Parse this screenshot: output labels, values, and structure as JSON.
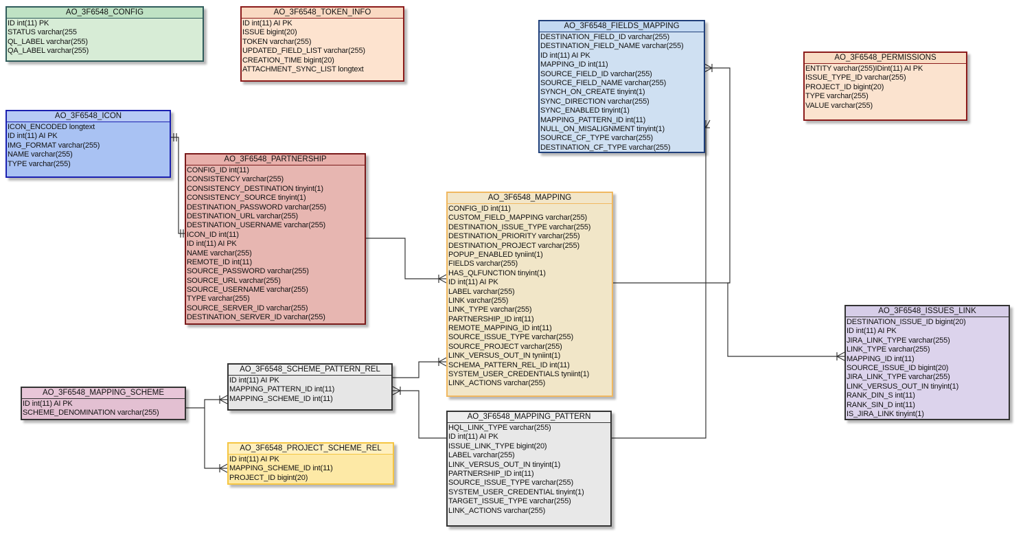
{
  "entities": [
    {
      "id": "config",
      "title": "AO_3F6548_CONFIG",
      "header_color": "#bfe2c4",
      "body_color": "#d7ecd6",
      "border_color": "#2f5b5b",
      "fields": [
        "ID int(11) PK",
        "STATUS varchar(255",
        "QL_LABEL varchar(255)",
        "QA_LABEL varchar(255)"
      ]
    },
    {
      "id": "token-info",
      "title": "AO_3F6548_TOKEN_INFO",
      "header_color": "#f9d9c2",
      "body_color": "#fde3cf",
      "border_color": "#8b1a1a",
      "fields": [
        "ID int(11) AI PK",
        "ISSUE bigint(20)",
        "TOKEN varchar(255)",
        "UPDATED_FIELD_LIST varchar(255)",
        "CREATION_TIME bigint(20)",
        "ATTACHMENT_SYNC_LIST longtext"
      ]
    },
    {
      "id": "fields-mapping",
      "title": "AO_3F6548_FIELDS_MAPPING",
      "header_color": "#c3d9f2",
      "body_color": "#cfe0f2",
      "border_color": "#1f3f7a",
      "fields": [
        "DESTINATION_FIELD_ID varchar(255)",
        "DESTINATION_FIELD_NAME varchar(255)",
        "ID int(11) AI PK",
        "MAPPING_ID int(11)",
        "SOURCE_FIELD_ID varchar(255)",
        "SOURCE_FIELD_NAME varchar(255)",
        "SYNCH_ON_CREATE tinyint(1)",
        "SYNC_DIRECTION varchar(255)",
        "SYNC_ENABLED tinyint(1)",
        "MAPPING_PATTERN_ID int(11)",
        "NULL_ON_MISALIGNMENT tinyint(1)",
        "SOURCE_CF_TYPE varchar(255)",
        "DESTINATION_CF_TYPE varchar(255)"
      ]
    },
    {
      "id": "permissions",
      "title": "AO_3F6548_PERMISSIONS",
      "header_color": "#f9dcc4",
      "body_color": "#fbe3cf",
      "border_color": "#8b1a1a",
      "fields": [
        "ENTITY varchar(255)IDint(11) AI PK",
        "ISSUE_TYPE_ID varchar(255)",
        "PROJECT_ID bigint(20)",
        "TYPE varchar(255)",
        "VALUE varchar(255)"
      ]
    },
    {
      "id": "icon",
      "title": "AO_3F6548_ICON",
      "header_color": "#b6c9f5",
      "body_color": "#a9c2f3",
      "border_color": "#1a1fb0",
      "fields": [
        "ICON_ENCODED longtext",
        "ID int(11) AI PK",
        "IMG_FORMAT varchar(255)",
        "NAME varchar(255)",
        "TYPE varchar(255)"
      ]
    },
    {
      "id": "partnership",
      "title": "AO_3F6548_PARTNERSHIP",
      "header_color": "#e8b0ab",
      "body_color": "#e7b6b1",
      "border_color": "#7a1a1a",
      "fields": [
        "CONFIG_ID int(11)",
        "CONSISTENCY varchar(255)",
        "CONSISTENCY_DESTINATION tinyint(1)",
        "CONSISTENCY_SOURCE tinyint(1)",
        "DESTINATION_PASSWORD varchar(255)",
        "DESTINATION_URL varchar(255)",
        "DESTINATION_USERNAME varchar(255)",
        "ICON_ID int(11)",
        "ID int(11) AI PK",
        "NAME varchar(255)",
        "REMOTE_ID int(11)",
        "SOURCE_PASSWORD varchar(255)",
        "SOURCE_URL varchar(255)",
        "SOURCE_USERNAME varchar(255)",
        "TYPE varchar(255)",
        "SOURCE_SERVER_ID varchar(255)",
        "DESTINATION_SERVER_ID varchar(255)"
      ]
    },
    {
      "id": "mapping",
      "title": "AO_3F6548_MAPPING",
      "header_color": "#f2e6c9",
      "body_color": "#f1e6c8",
      "border_color": "#f0b860",
      "fields": [
        "CONFIG_ID int(11)",
        "CUSTOM_FIELD_MAPPING varchar(255)",
        "DESTINATION_ISSUE_TYPE varchar(255)",
        "DESTINATION_PRIORITY varchar(255)",
        "DESTINATION_PROJECT varchar(255)",
        "POPUP_ENABLED tyniint(1)",
        "FIELDS varchar(255)",
        "HAS_QLFUNCTION tinyint(1)",
        "ID int(11) AI PK",
        "LABEL varchar(255)",
        "LINK varchar(255)",
        "LINK_TYPE varchar(255)",
        "PARTNERSHIP_ID int(11)",
        "REMOTE_MAPPING_ID int(11)",
        "SOURCE_ISSUE_TYPE varchar(255)",
        "SOURCE_PROJECT varchar(255)",
        "LINK_VERSUS_OUT_IN tyniint(1)",
        "SCHEMA_PATTERN_REL_ID int(11)",
        "SYSTEM_USER_CREDENTIALS tyniint(1)",
        "LINK_ACTIONS varchar(255)"
      ]
    },
    {
      "id": "issues-link",
      "title": "AO_3F6548_ISSUES_LINK",
      "header_color": "#d6cde8",
      "body_color": "#dcd3ec",
      "border_color": "#333333",
      "fields": [
        "DESTINATION_ISSUE_ID bigint(20)",
        "ID int(11) AI PK",
        "JIRA_LINK_TYPE varchar(255)",
        "LINK_TYPE varchar(255)",
        "MAPPING_ID int(11)",
        "SOURCE_ISSUE_ID bigint(20)",
        "JIRA_LINK_TYPE varchar(255)",
        "LINK_VERSUS_OUT_IN tinyint(1)",
        "RANK_DIN_S int(11)",
        "RANK_SIN_D int(11)",
        "IS_JIRA_LINK tinyint(1)"
      ]
    },
    {
      "id": "scheme-pattern-rel",
      "title": "AO_3F6548_SCHEME_PATTERN_REL",
      "header_color": "#eeeeee",
      "body_color": "#e6e6e6",
      "border_color": "#333333",
      "fields": [
        "ID int(11) AI PK",
        "MAPPING_PATTERN_ID int(11)",
        "MAPPING_SCHEME_ID int(11)"
      ]
    },
    {
      "id": "mapping-scheme",
      "title": "AO_3F6548_MAPPING_SCHEME",
      "header_color": "#e8c6d8",
      "body_color": "#e3c0d2",
      "border_color": "#333333",
      "fields": [
        "ID int(11) AI PK",
        "SCHEME_DENOMINATION varchar(255)"
      ]
    },
    {
      "id": "project-scheme-rel",
      "title": "AO_3F6548_PROJECT_SCHEME_REL",
      "header_color": "#fff0c0",
      "body_color": "#fde9a6",
      "border_color": "#f5c542",
      "fields": [
        "ID int(11) AI PK",
        "MAPPING_SCHEME_ID int(11)",
        "PROJECT_ID bigint(20)"
      ]
    },
    {
      "id": "mapping-pattern",
      "title": "AO_3F6548_MAPPING_PATTERN",
      "header_color": "#eeeeee",
      "body_color": "#e8e8e8",
      "border_color": "#333333",
      "fields": [
        "HQL_LINK_TYPE varchar(255)",
        "ID int(11) AI PK",
        "ISSUE_LINK_TYPE bigint(20)",
        "LABEL varchar(255)",
        "LINK_VERSUS_OUT_IN tinyint(1)",
        "PARTNERSHIP_ID int(11)",
        "SOURCE_ISSUE_TYPE varchar(255)",
        "SYSTEM_USER_CREDENTIAL tinyint(1)",
        "TARGET_ISSUE_TYPE varchar(255)",
        "LINK_ACTIONS varchar(255)"
      ]
    }
  ],
  "relationships": [
    {
      "from": "icon",
      "to": "partnership",
      "end_markers": [
        "one",
        "one"
      ]
    },
    {
      "from": "partnership",
      "to": "mapping",
      "end_markers": [
        "none",
        "many"
      ]
    },
    {
      "from": "mapping",
      "to": "fields-mapping",
      "end_markers": [
        "none",
        "many"
      ]
    },
    {
      "from": "mapping",
      "to": "issues-link",
      "end_markers": [
        "none",
        "many"
      ]
    },
    {
      "from": "mapping-pattern",
      "to": "fields-mapping",
      "end_markers": [
        "none",
        "many"
      ]
    },
    {
      "from": "scheme-pattern-rel",
      "to": "mapping",
      "end_markers": [
        "none",
        "many"
      ]
    },
    {
      "from": "scheme-pattern-rel",
      "to": "mapping-pattern",
      "end_markers": [
        "many",
        "none"
      ]
    },
    {
      "from": "mapping-scheme",
      "to": "scheme-pattern-rel",
      "end_markers": [
        "none",
        "many"
      ]
    },
    {
      "from": "mapping-scheme",
      "to": "project-scheme-rel",
      "end_markers": [
        "none",
        "many"
      ]
    }
  ]
}
